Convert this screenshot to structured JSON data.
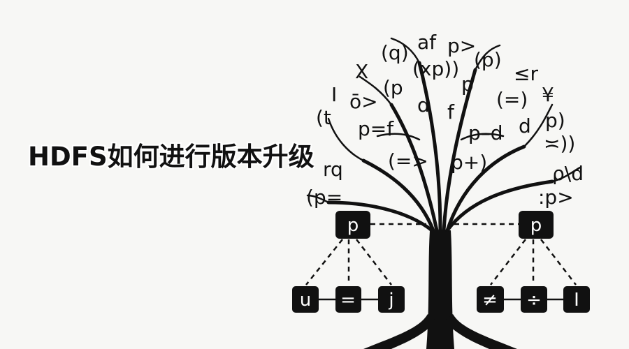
{
  "title": "HDFS如何进行版本升级",
  "illustration": {
    "root_nodes": [
      "p",
      "p"
    ],
    "left_children": [
      "u",
      "=",
      "j"
    ],
    "right_children": [
      "≠",
      "÷",
      "I"
    ],
    "canopy_symbols": [
      "(q)",
      "af",
      "p>",
      "X",
      "(xp))",
      "(p)",
      "(p",
      "p",
      "≤r",
      "I",
      "ō>",
      "d",
      "f",
      "(=)",
      "¥",
      "(t",
      "p=f",
      "p–d",
      "d",
      "p)",
      "(=>",
      "p+)",
      "≍))",
      "rq",
      "ρ\\d",
      "(p=",
      ":p>"
    ]
  },
  "colors": {
    "background": "#f7f7f5",
    "ink": "#111111",
    "box_text": "#ffffff"
  }
}
